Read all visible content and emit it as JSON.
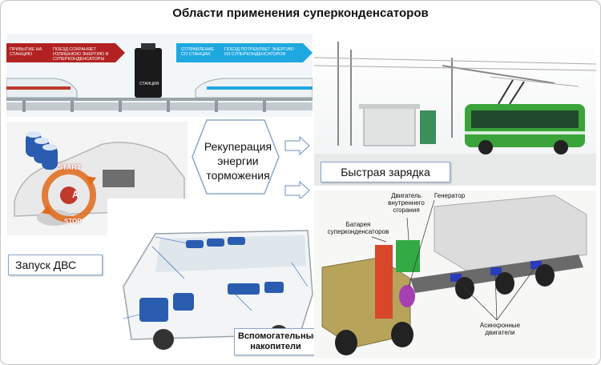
{
  "title": "Области применения суперконденсаторов",
  "train_panel": {
    "arrival_label": "ПРИБЫТИЕ НА СТАНЦИЮ",
    "arrival_text": "ПОЕЗД СОХРАНЯЕТ ИЗЛИШНЮЮ ЭНЕРГИЮ В СУПЕРКОНДЕНСАТОРЫ",
    "station_label": "СТАНЦИЯ",
    "departure_label": "ОТПРАВЛЕНИЕ СО СТАНЦИИ",
    "departure_text": "ПОЕЗД ПОТРЕБЛЯЕТ ЭНЕРГИЮ ИЗ СУПЕРКОНДЕНСАТОРОВ"
  },
  "car_panel": {
    "start_label": "START",
    "stop_label": "STOP",
    "center_letter": "A",
    "caption": "Запуск ДВС"
  },
  "center_label": "Рекуперация энергии торможения",
  "fast_charge_label": "Быстрая зарядка",
  "bus_panel": {
    "caption": "Вспомогательные накопители"
  },
  "truck_panel": {
    "engine_label": "Двигатель внутреннего сгорания",
    "generator_label": "Генератор",
    "battery_label": "Батарея суперконденсаторов",
    "async_label": "Асинхронные двигатели"
  },
  "colors": {
    "red_arrow": "#b22222",
    "blue_arrow": "#1fa8e0",
    "bus_green": "#3aa33a",
    "truck_body": "#b7a35a",
    "supercap_blue": "#2a5db0"
  }
}
